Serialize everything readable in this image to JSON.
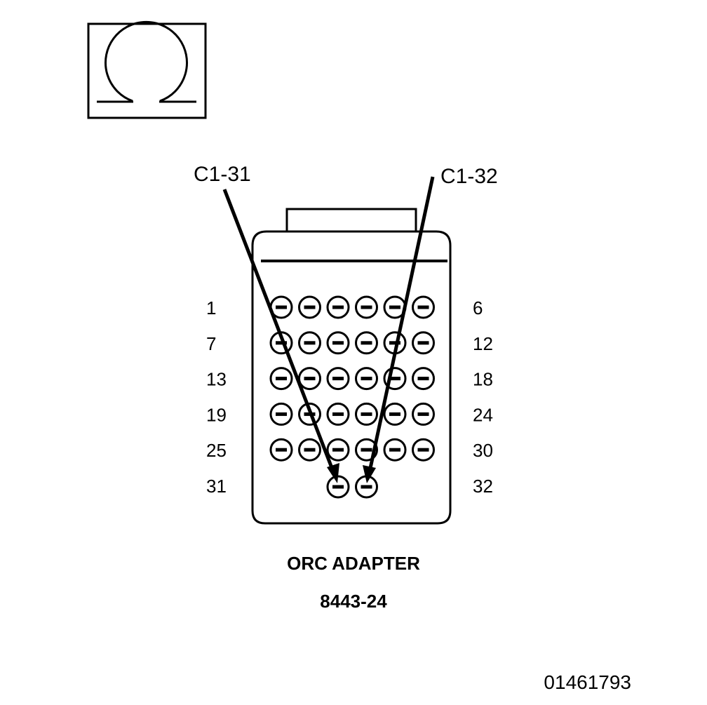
{
  "meter_icon": {
    "symbol": "Ω",
    "icon": "ohm-icon"
  },
  "callouts": [
    {
      "label": "C1-31",
      "target_pin": 31
    },
    {
      "label": "C1-32",
      "target_pin": 32
    }
  ],
  "row_labels": [
    {
      "left": "1",
      "right": "6"
    },
    {
      "left": "7",
      "right": "12"
    },
    {
      "left": "13",
      "right": "18"
    },
    {
      "left": "19",
      "right": "24"
    },
    {
      "left": "25",
      "right": "30"
    },
    {
      "left": "31",
      "right": "32"
    }
  ],
  "connector": {
    "pins_per_full_row": 6,
    "full_rows": 5,
    "last_row_pins": [
      31,
      32
    ]
  },
  "title": "ORC ADAPTER",
  "part_number": "8443-24",
  "figure_number": "01461793"
}
